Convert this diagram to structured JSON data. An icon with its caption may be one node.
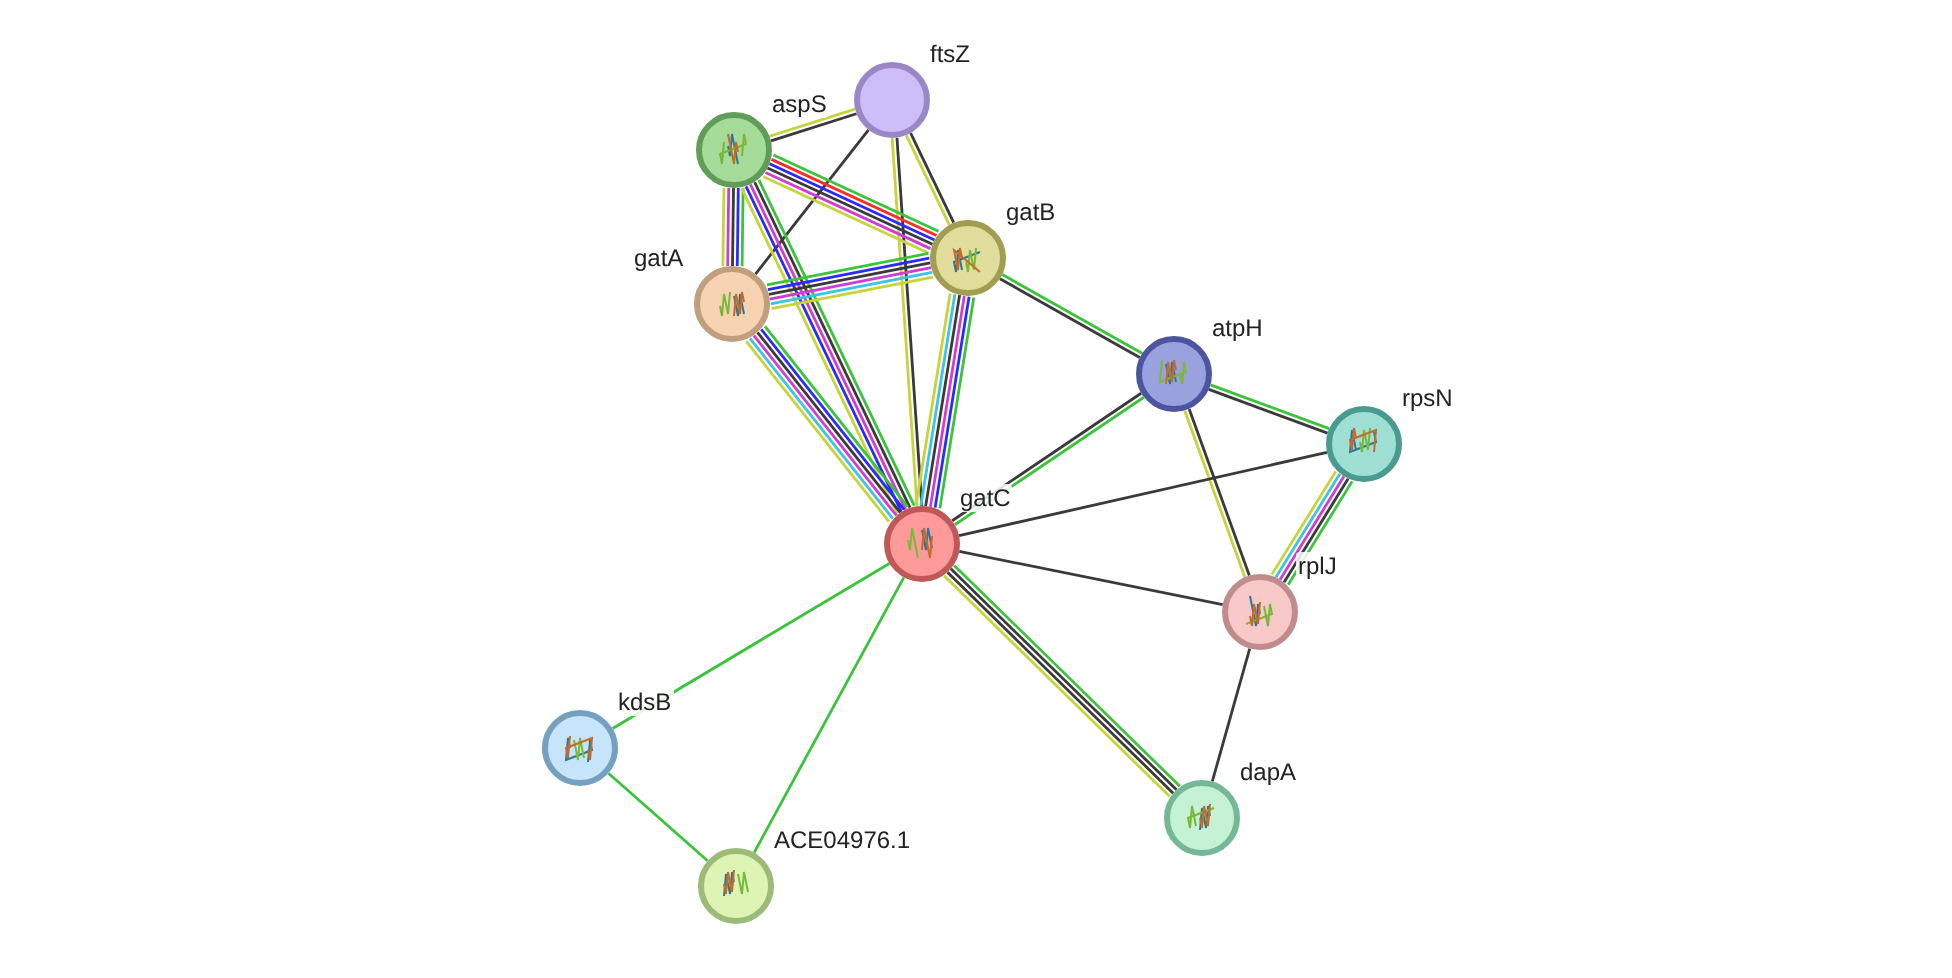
{
  "diagram": {
    "nodes": [
      {
        "text": [
          "ftsZ"
        ]
      },
      {
        "text": [
          "aspS"
        ]
      },
      {
        "text": [
          "gatB"
        ]
      },
      {
        "text": [
          "gatA"
        ]
      },
      {
        "text": [
          "atpH"
        ]
      },
      {
        "text": [
          "rpsN"
        ]
      },
      {
        "text": [
          "gatC"
        ]
      },
      {
        "text": [
          "rplJ"
        ]
      },
      {
        "text": [
          "kdsB"
        ]
      },
      {
        "text": [
          "dapA"
        ]
      },
      {
        "text": [
          "ACE04976.1"
        ]
      }
    ],
    "edges": [
      {
        "from": 0,
        "to": 1,
        "arrow": "none"
      },
      {
        "from": 0,
        "to": 2,
        "arrow": "none"
      },
      {
        "from": 0,
        "to": 3,
        "arrow": "none"
      },
      {
        "from": 0,
        "to": 6,
        "arrow": "none"
      },
      {
        "from": 1,
        "to": 2,
        "arrow": "none",
        "color": "#3ac43a"
      },
      {
        "from": 1,
        "to": 3,
        "arrow": "none",
        "color": "#3ac43a"
      },
      {
        "from": 1,
        "to": 6,
        "arrow": "none",
        "color": "#c6d43a"
      },
      {
        "from": 3,
        "to": 2,
        "arrow": "none",
        "color": "#3ac43a"
      },
      {
        "from": 3,
        "to": 6,
        "arrow": "none",
        "color": "#2a2aff"
      },
      {
        "from": 2,
        "to": 6,
        "arrow": "none",
        "color": "#3ac43a"
      },
      {
        "from": 2,
        "to": 4,
        "arrow": "none"
      },
      {
        "from": 4,
        "to": 6,
        "arrow": "none"
      },
      {
        "from": 4,
        "to": 5,
        "arrow": "none",
        "color": "#3ac43a"
      },
      {
        "from": 4,
        "to": 7,
        "arrow": "none"
      },
      {
        "from": 6,
        "to": 5,
        "arrow": "none"
      },
      {
        "from": 6,
        "to": 7,
        "arrow": "none"
      },
      {
        "from": 5,
        "to": 7,
        "arrow": "none"
      },
      {
        "from": 6,
        "to": 9,
        "arrow": "none",
        "color": "#3ac43a"
      },
      {
        "from": 7,
        "to": 9,
        "arrow": "none"
      },
      {
        "from": 6,
        "to": 8,
        "arrow": "none",
        "color": "#3ac43a"
      },
      {
        "from": 6,
        "to": 10,
        "arrow": "none",
        "color": "#3ac43a"
      },
      {
        "from": 8,
        "to": 10,
        "arrow": "none",
        "color": "#3ac43a"
      }
    ]
  }
}
